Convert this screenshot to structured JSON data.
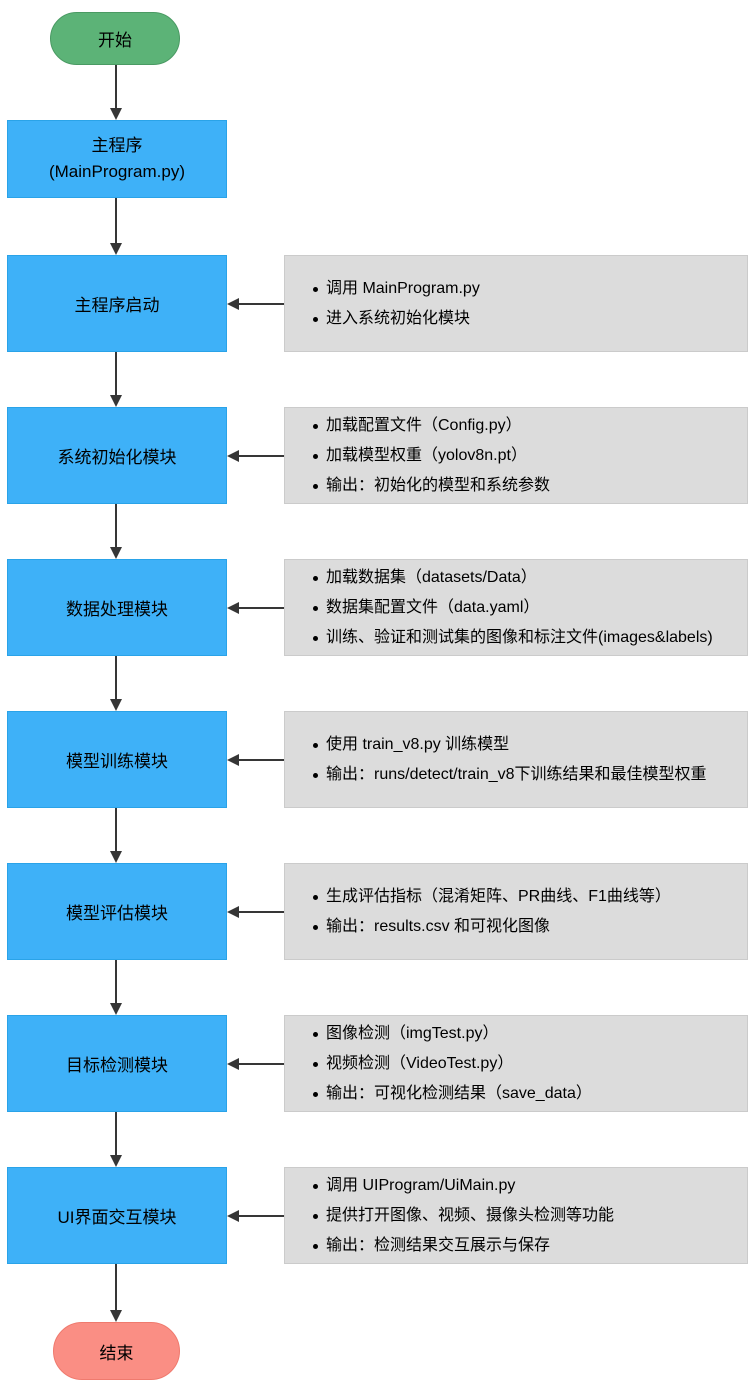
{
  "terminals": {
    "start_label": "开始",
    "end_label": "结束"
  },
  "program_box": {
    "line1": "主程序",
    "line2": "(MainProgram.py)"
  },
  "rows": [
    {
      "label": "主程序启动",
      "notes": [
        "调用 MainProgram.py",
        "进入系统初始化模块"
      ]
    },
    {
      "label": "系统初始化模块",
      "notes": [
        "加载配置文件（Config.py）",
        "加载模型权重（yolov8n.pt）",
        "输出：初始化的模型和系统参数"
      ]
    },
    {
      "label": "数据处理模块",
      "notes": [
        "加载数据集（datasets/Data）",
        "数据集配置文件（data.yaml）",
        "训练、验证和测试集的图像和标注文件(images&labels)"
      ]
    },
    {
      "label": "模型训练模块",
      "notes": [
        "使用 train_v8.py 训练模型",
        "输出：runs/detect/train_v8下训练结果和最佳模型权重"
      ]
    },
    {
      "label": "模型评估模块",
      "notes": [
        "生成评估指标（混淆矩阵、PR曲线、F1曲线等）",
        "输出：results.csv 和可视化图像"
      ]
    },
    {
      "label": "目标检测模块",
      "notes": [
        "图像检测（imgTest.py）",
        "视频检测（VideoTest.py）",
        "输出：可视化检测结果（save_data）"
      ]
    },
    {
      "label": "UI界面交互模块",
      "notes": [
        "调用 UIProgram/UiMain.py",
        "提供打开图像、视频、摄像头检测等功能",
        "输出：检测结果交互展示与保存"
      ]
    }
  ],
  "colors": {
    "process_fill": "#3eb1f8",
    "process_border": "#2aa3e8",
    "start_fill": "#5cb377",
    "end_fill": "#fa8e84",
    "note_fill": "#dcdcdc",
    "arrow": "#363636"
  }
}
